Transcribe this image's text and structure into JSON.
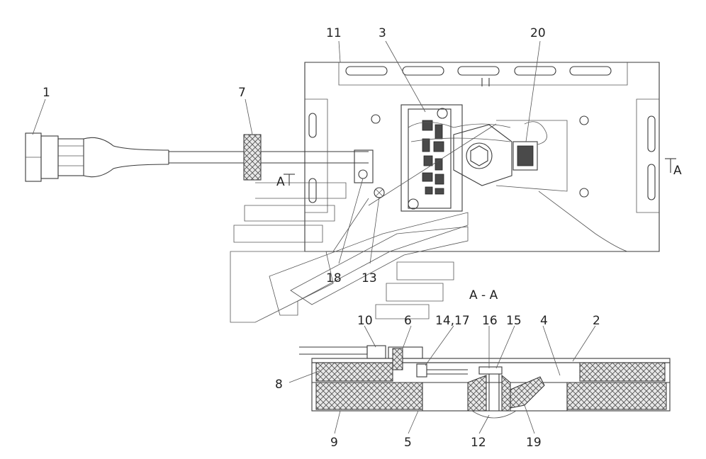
{
  "labels": {
    "p1": "1",
    "p7": "7",
    "p11": "11",
    "p3": "3",
    "p20": "20",
    "p18": "18",
    "p13": "13",
    "p10": "10",
    "p6": "6",
    "p14_17": "14,17",
    "p16": "16",
    "p15": "15",
    "p4": "4",
    "p2": "2",
    "p8": "8",
    "p9": "9",
    "p5": "5",
    "p12": "12",
    "p19": "19"
  },
  "section": {
    "title": "A - A",
    "marker_left": "A",
    "marker_right": "A"
  }
}
